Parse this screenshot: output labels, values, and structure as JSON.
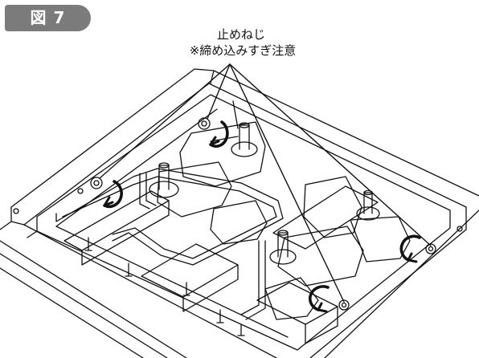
{
  "figure": {
    "badge_label": "図 7",
    "callout_title": "止めねじ",
    "callout_note": "※締め込みすぎ注意"
  },
  "colors": {
    "badge_fill": "#7b7b7b",
    "line": "#111111"
  },
  "icons": [
    "screw-icon",
    "rotation-arrow-icon",
    "leader-line"
  ]
}
